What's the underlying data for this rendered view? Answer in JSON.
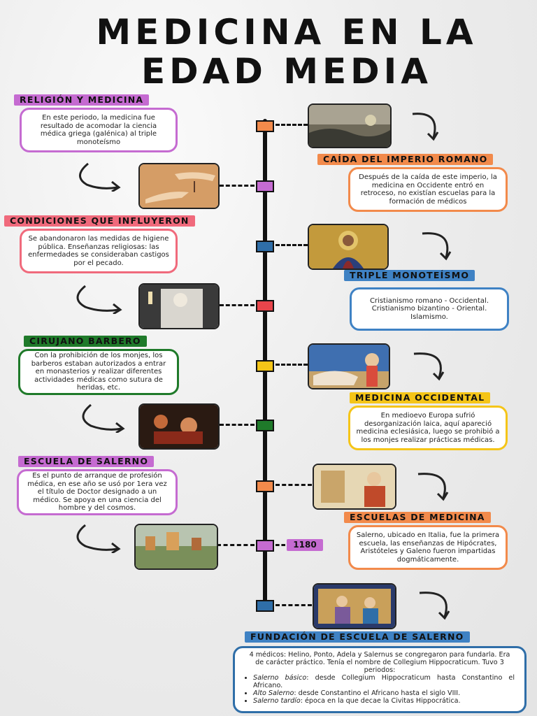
{
  "title_line1": "Medicina en la",
  "title_line2": "Edad Media",
  "sections": {
    "religion": {
      "label": "RELIGIÓN Y MEDICINA",
      "text": "En este periodo, la medicina fue resultado de acomodar la ciencia médica griega (galénica) al triple monoteísmo"
    },
    "imperio": {
      "label": "CAÍDA DEL IMPERIO ROMANO",
      "text": "Después de la caída de este imperio, la medicina en Occidente entró en retroceso, no existían escuelas para la formación de médicos"
    },
    "condiciones": {
      "label": "CONDICIONES QUE INFLUYERON",
      "text": "Se abandonaron las medidas de higiene pública. Enseñanzas religiosas: las enfermedades se consideraban castigos por el pecado."
    },
    "monoteismo": {
      "label": "TRIPLE MONOTEÍSMO",
      "text": "Cristianismo romano - Occidental. Cristianismo bizantino - Oriental. Islamismo."
    },
    "cirujano": {
      "label": "CIRUJANO BARBERO",
      "text": "Con la prohibición de los monjes, los barberos estaban autorizados a entrar en monasterios y realizar diferentes actividades médicas como sutura de heridas, etc."
    },
    "occidental": {
      "label": "MEDICINA OCCIDENTAL",
      "text": "En medioevo Europa sufrió desorganización laica, aquí apareció medicina eclesiásica, luego se prohibió a los monjes realizar prácticas médicas."
    },
    "salerno": {
      "label": "ESCUELA DE SALERNO",
      "text": "Es el punto de arranque de profesión médica, en ese año se usó por 1era vez el título de Doctor designado a un médico. Se apoya en una ciencia del hombre y del cosmos."
    },
    "escuelas": {
      "label": "ESCUELAS DE MEDICINA",
      "text": "Salerno, ubicado en Italia, fue la primera escuela, las enseñanzas de Hipócrates, Aristóteles y Galeno fueron impartidas dogmáticamente."
    }
  },
  "year": "1180",
  "fundacion": {
    "label": "FUNDACIÓN DE ESCUELA DE SALERNO",
    "intro": "4 médicos: Helino, Ponto, Adela y Salernus se congregaron para fundarla. Era de carácter práctico. Tenía el nombre de Collegium Hippocraticum. Tuvo 3 periodos:",
    "periods": [
      {
        "name": "Salerno básico",
        "text": ": desde Collegium Hippocraticum hasta Constantino el Africano."
      },
      {
        "name": "Alto Salerno",
        "text": ": desde Constantino el Africano hasta el siglo VIII."
      },
      {
        "name": "Salerno tardío",
        "text": ": época en la que decae la Civitas Hippocrática."
      }
    ]
  },
  "colors": {
    "purple": "#c56bd1",
    "orange": "#f28a4b",
    "pink": "#f06a7c",
    "blue": "#2f6ea8",
    "green": "#1f7a2a",
    "yellow": "#f5c518",
    "red": "#e8454b"
  },
  "icons": [
    "curved-arrow-icon"
  ]
}
